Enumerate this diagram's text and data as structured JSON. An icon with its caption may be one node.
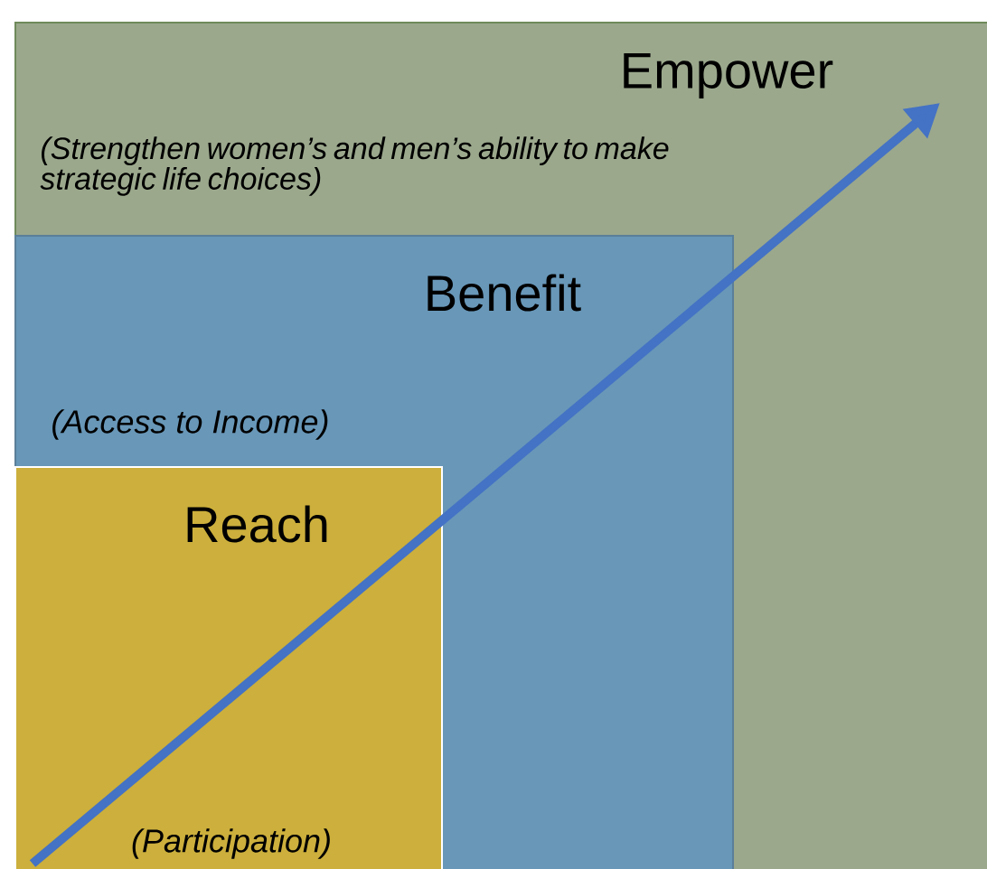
{
  "diagram": {
    "nodes": [
      {
        "text": [
          "Empower",
          "(Strengthen women’s and men’s ability to make strategic life choices)"
        ]
      },
      {
        "text": [
          "Benefit",
          "(Access to Income)"
        ],
        "in": 0
      },
      {
        "text": [
          "Reach",
          "(Participation)"
        ],
        "in": 1
      }
    ]
  }
}
